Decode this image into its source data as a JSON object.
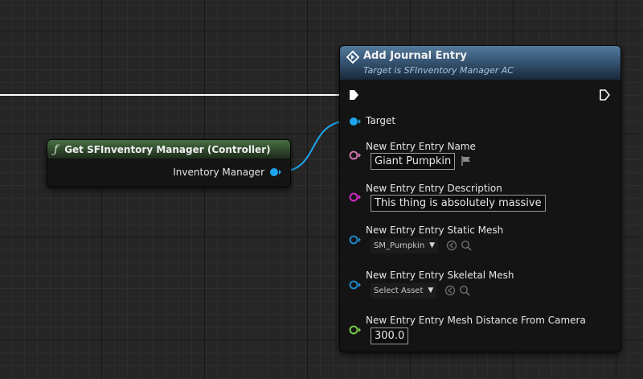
{
  "colors": {
    "object_pin": "#1ea6f0",
    "text_pin": "#e07ab8",
    "string_pin": "#e02ad0",
    "soft_object_pin": "#1f8fd6",
    "float_pin": "#7cd64a",
    "exec_wire": "#ffffff",
    "object_wire": "#1ea6f0",
    "function_header": "#557a9c",
    "pure_header": "#4a7045"
  },
  "get_node": {
    "icon": "function-f-icon",
    "title": "Get SFInventory Manager (Controller)",
    "output_label": "Inventory Manager"
  },
  "add_node": {
    "icon": "function-diamond-icon",
    "title": "Add Journal Entry",
    "subtitle": "Target is SFInventory Manager AC",
    "target_label": "Target",
    "name_label": "New Entry Entry Name",
    "name_value": "Giant Pumpkin",
    "desc_label": "New Entry Entry Description",
    "desc_value": "This thing is absolutely massive",
    "static_mesh_label": "New Entry Entry Static Mesh",
    "static_mesh_value": "SM_Pumpkin",
    "skeletal_mesh_label": "New Entry Entry Skeletal Mesh",
    "skeletal_mesh_value": "Select Asset",
    "distance_label": "New Entry Entry Mesh Distance From Camera",
    "distance_value": "300.0"
  }
}
